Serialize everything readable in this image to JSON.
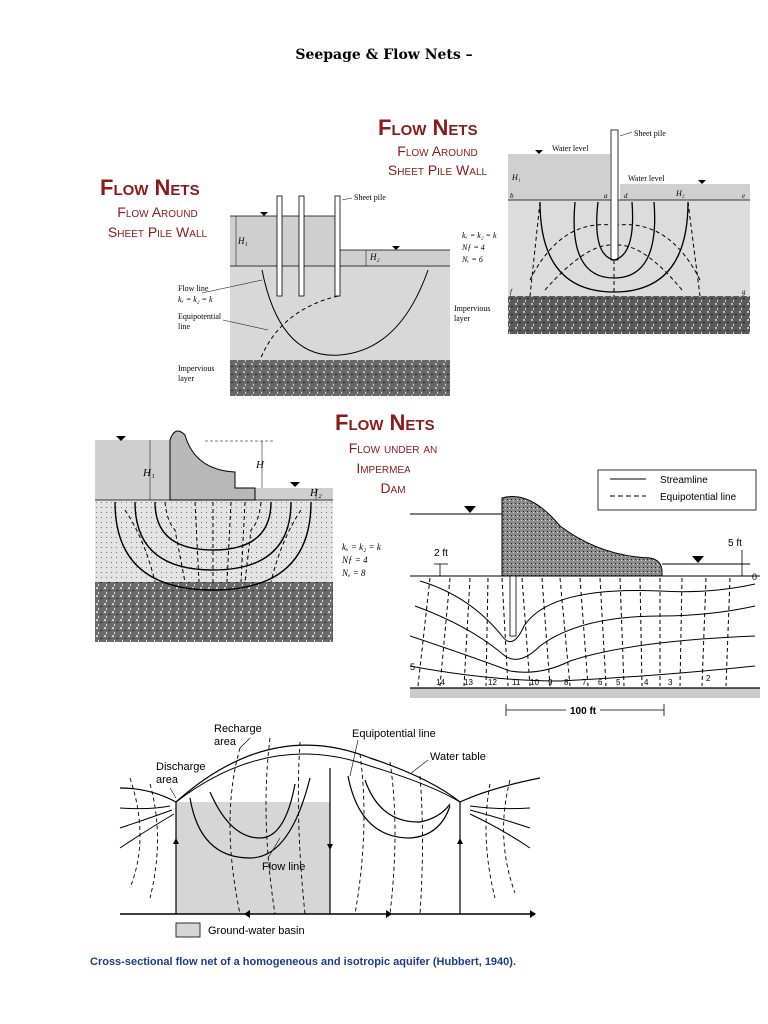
{
  "page": {
    "title": "Seepage & Flow Nets –"
  },
  "fig1": {
    "heading": "Flow Nets",
    "subtitle_line1": "Flow Around",
    "subtitle_line2": "Sheet Pile Wall",
    "sheet_pile": "Sheet pile",
    "h1": "H₁",
    "h2": "H₂",
    "flow_line": "Flow line",
    "flow_line_k": "kₓ = k₂ = k",
    "equipotential": "Equipotential",
    "equipotential2": "line",
    "impervious_l1": "Impervious",
    "impervious_l2": "layer",
    "impervious_r1": "Impervious",
    "impervious_r2": "layer",
    "params": [
      "kₓ = k₂ = k",
      "Nƒ = 4",
      "Nₑ = 6"
    ]
  },
  "fig2": {
    "heading": "Flow Nets",
    "subtitle_line1": "Flow Around",
    "subtitle_line2": "Sheet Pile Wall",
    "sheet_pile": "Sheet pile",
    "water_level_left": "Water level",
    "water_level_right": "Water level",
    "h1": "H₁",
    "h2": "H₂",
    "points": [
      "b",
      "a",
      "d",
      "e",
      "f",
      "g"
    ]
  },
  "fig3": {
    "heading": "Flow Nets",
    "subtitle_line1": "Flow under an",
    "subtitle_line2": "Impermeable",
    "subtitle_line3": "Dam",
    "h1": "H₁",
    "h": "H",
    "h2": "H₂",
    "params": [
      "kₓ = k₂ = k",
      "Nƒ = 4",
      "Nₑ = 8"
    ]
  },
  "fig4": {
    "legend_stream": "Streamline",
    "legend_equi": "Equipotential line",
    "dim_2ft": "2 ft",
    "dim_5ft": "5 ft",
    "dim_100ft": "100 ft",
    "zero": "0",
    "five": "5",
    "numbers": [
      "14",
      "13",
      "12",
      "11",
      "10",
      "9",
      "8",
      "7",
      "6",
      "5",
      "4",
      "3",
      "2"
    ]
  },
  "fig5": {
    "recharge1": "Recharge",
    "recharge2": "area",
    "discharge1": "Discharge",
    "discharge2": "area",
    "equipotential": "Equipotential line",
    "water_table": "Water table",
    "flow_line": "Flow line",
    "legend": "Ground-water basin"
  },
  "caption": "Cross-sectional flow net of a homogeneous and isotropic aquifer (Hubbert, 1940).",
  "colors": {
    "heading": "#8b1a1a",
    "caption": "#1e3a8a",
    "soil": "#d4d4d4",
    "rock": "#555555"
  }
}
